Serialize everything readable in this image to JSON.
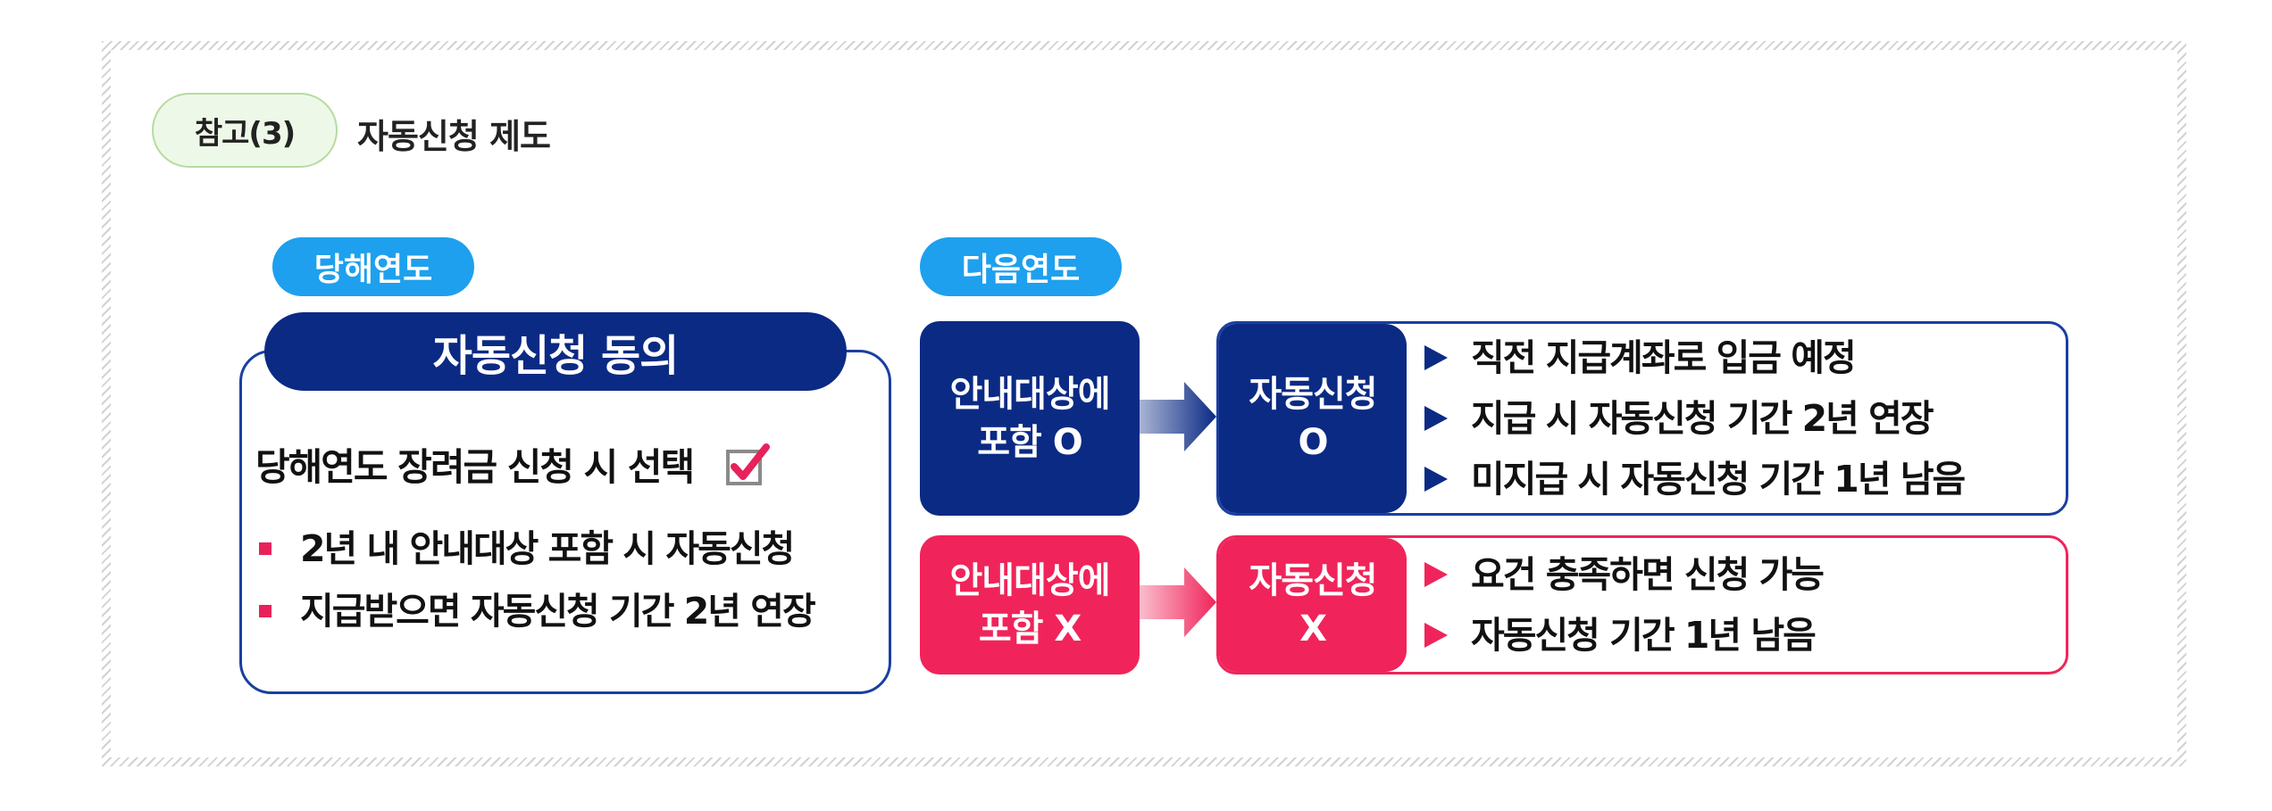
{
  "header": {
    "ref_label": "참고(3)",
    "title": "자동신청 제도"
  },
  "current_year": {
    "tag": "당해연도",
    "title": "자동신청 동의",
    "select_text": "당해연도 장려금 신청 시 선택",
    "checkbox_icon": "checkbox-checked-icon",
    "bullets": [
      "2년 내 안내대상 포함 시 자동신청",
      "지급받으면 자동신청 기간 2년 연장"
    ]
  },
  "next_year": {
    "tag": "다음연도",
    "included": {
      "condition_line1": "안내대상에",
      "condition_line2": "포함 O",
      "result_line1": "자동신청",
      "result_line2": "O",
      "items": [
        "직전 지급계좌로  입금 예정",
        "지급 시 자동신청 기간 2년 연장",
        "미지급 시 자동신청 기간 1년 남음"
      ]
    },
    "excluded": {
      "condition_line1": "안내대상에",
      "condition_line2": "포함 X",
      "result_line1": "자동신청",
      "result_line2": "X",
      "items": [
        "요건 충족하면 신청 가능",
        "자동신청 기간 1년 남음"
      ]
    }
  },
  "colors": {
    "navy": "#0b2a84",
    "blue_border": "#1a3fa0",
    "pink": "#f0245a",
    "sky_tag": "#1ea0ee",
    "green_pill_bg": "#eef8e8",
    "green_pill_border": "#b5dca0"
  }
}
